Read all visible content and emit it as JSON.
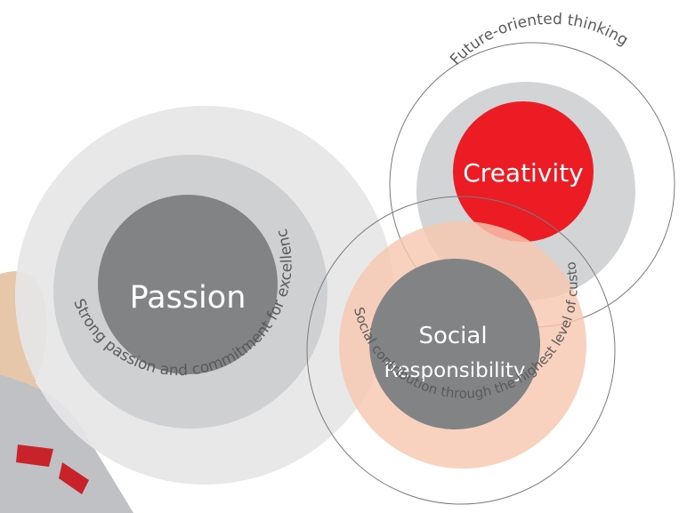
{
  "colors": {
    "background": "#ffffff",
    "passion_outer_ring": "#e6e6e7",
    "passion_inner_ring": "#cfd0d2",
    "core_gray": "#828385",
    "creativity_ring": "#cfd0d2",
    "creativity_core": "#ec1c24",
    "social_ring": "#f6c8b0",
    "outline": "#7a7a7a",
    "arc_text": "#5a5a5a",
    "core_text": "#ffffff",
    "sleeve_gray": "#bfc1c4",
    "sleeve_red": "#c8232b",
    "hand_skin": "#e7c7a9"
  },
  "values": [
    {
      "name": "Passion",
      "description": "Strong passion and commitment for excellence"
    },
    {
      "name": "Creativity",
      "description": "Future-oriented thinking"
    },
    {
      "name_line1": "Social",
      "name_line2": "Responsibility",
      "description": "Social contribution through the highest level of customer service"
    }
  ],
  "decorations": {
    "figure_icon": "raised-fist-arm"
  }
}
